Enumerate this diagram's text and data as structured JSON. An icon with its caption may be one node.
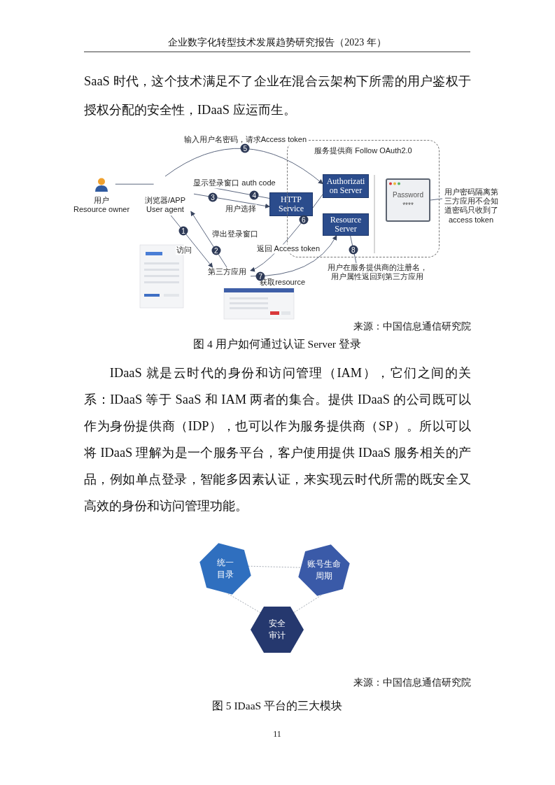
{
  "diagram": {
    "nodes": [
      {
        "text": [
          "用户",
          "Resource owner"
        ]
      },
      {
        "text": [
          "浏览器/APP",
          "User agent"
        ]
      },
      {
        "text": [
          "第三方应用"
        ]
      },
      {
        "text": [
          "HTTP Service"
        ]
      },
      {
        "text": [
          "服务提供商",
          "Follow OAuth2.0"
        ]
      },
      {
        "text": [
          "Authorizati on Server"
        ],
        "in": 4
      },
      {
        "text": [
          "Resource Server"
        ],
        "in": 4
      },
      {
        "text": [
          "Password",
          "****"
        ],
        "in": 4
      },
      {
        "text": [
          "用户密码隔离第三方应用不会知道密码只收到了access token"
        ]
      },
      {
        "text": [
          "用户在服务提供商的注册名，用户属性返回到第三方应用"
        ]
      },
      {
        "text": [
          "统一目录"
        ]
      },
      {
        "text": [
          "账号生命周期"
        ]
      },
      {
        "text": [
          "安全审计"
        ]
      }
    ],
    "edges": [
      {
        "from": 0,
        "to": 1,
        "arrow": "none"
      },
      {
        "from": 1,
        "to": 2,
        "arrow": "to",
        "label": "访问"
      },
      {
        "from": 2,
        "to": 1,
        "arrow": "to",
        "label": "弹出登录窗口"
      },
      {
        "from": 1,
        "to": 3,
        "arrow": "to",
        "label": "用户选择"
      },
      {
        "from": 3,
        "to": 1,
        "arrow": "to",
        "label": "显示登录窗口 auth code"
      },
      {
        "from": 1,
        "to": 5,
        "arrow": "to",
        "label": "输入用户名密码，请求Access token"
      },
      {
        "from": 5,
        "to": 2,
        "arrow": "to",
        "label": "返回 Access token"
      },
      {
        "from": 2,
        "to": 6,
        "arrow": "to",
        "label": "获取resource"
      },
      {
        "from": 8,
        "to": 7,
        "arrow": "none"
      },
      {
        "from": 9,
        "to": 6,
        "arrow": "none"
      },
      {
        "from": 10,
        "to": 11,
        "arrow": "none",
        "style": "dashed"
      },
      {
        "from": 10,
        "to": 12,
        "arrow": "none",
        "style": "dashed"
      },
      {
        "from": 11,
        "to": 12,
        "arrow": "none",
        "style": "dashed"
      }
    ],
    "labels": [
      "企业数字化转型技术发展趋势研究报告（2023 年）",
      "SaaS 时代，这个技术满足不了企业在混合云架构下所需的用户鉴权于授权分配的安全性，IDaaS 应运而生。",
      "1",
      "2",
      "3",
      "4",
      "5",
      "6",
      "7",
      "8",
      "来源：中国信息通信研究院",
      "图 4 用户如何通过认证 Server 登录",
      "IDaaS 就是云时代的身份和访问管理（IAM），它们之间的关系：IDaaS 等于 SaaS 和 IAM 两者的集合。提供 IDaaS 的公司既可以作为身份提供商（IDP），也可以作为服务提供商（SP）。所以可以将 IDaaS 理解为是一个服务平台，客户使用提供 IDaaS 服务相关的产品，例如单点登录，智能多因素认证，来实现云时代所需的既安全又高效的身份和访问管理功能。",
      "来源：中国信息通信研究院",
      "图 5 IDaaS 平台的三大模块",
      "11"
    ]
  }
}
